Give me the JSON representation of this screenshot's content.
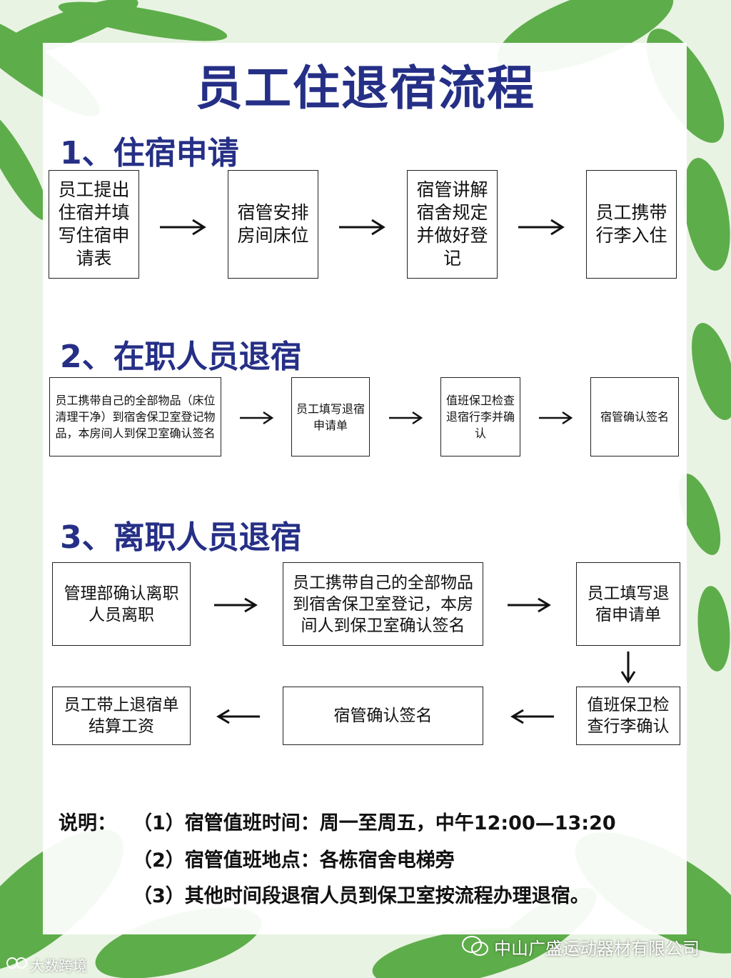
{
  "title": "员工住退宿流程",
  "section1": {
    "heading": "1、住宿申请",
    "steps": [
      "员工提出住宿并填写住宿申请表",
      "宿管安排房间床位",
      "宿管讲解宿舍规定并做好登记",
      "员工携带行李入住"
    ]
  },
  "section2": {
    "heading": "2、在职人员退宿",
    "steps": [
      "员工携带自己的全部物品（床位清理干净）到宿舍保卫室登记物品，本房间人到保卫室确认签名",
      "员工填写退宿申请单",
      "值班保卫检查退宿行李并确认",
      "宿管确认签名"
    ]
  },
  "section3": {
    "heading": "3、离职人员退宿",
    "steps": [
      "管理部确认离职人员离职",
      "员工携带自己的全部物品到宿舍保卫室登记，本房间人到保卫室确认签名",
      "员工填写退宿申请单",
      "值班保卫检查行李确认",
      "宿管确认签名",
      "员工带上退宿单结算工资"
    ]
  },
  "notes": {
    "label": "说明：",
    "items": [
      "（1）宿管值班时间：周一至周五，中午12:00—13:20",
      "（2）宿管值班地点：各栋宿舍电梯旁",
      "（3）其他时间段退宿人员到保卫室按流程办理退宿。"
    ]
  },
  "footer": {
    "company": "中山广盛运动器材有限公司",
    "watermark": "大数跨境"
  },
  "colors": {
    "title": "#252f86",
    "leaf": "#3f9b2f"
  }
}
